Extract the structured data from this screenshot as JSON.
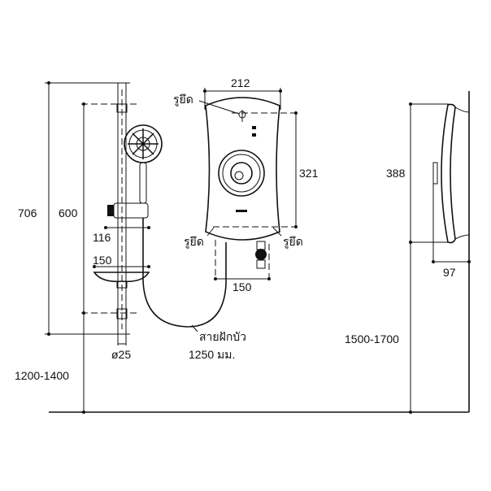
{
  "labels": {
    "total_height": "706",
    "rail_span": "600",
    "holder_width": "116",
    "dish_width": "150",
    "rail_diameter": "ø25",
    "rail_floor_height": "1200-1400",
    "heater_width": "212",
    "heater_mount_spacing": "321",
    "fix_hole_top": "รูยึด",
    "fix_hole_bottom_left": "รูยึด",
    "fix_hole_bottom_right": "รูยึด",
    "pipe_spacing": "150",
    "hose_label": "สายฝักบัว",
    "hose_length": "1250 มม.",
    "heater_height": "388",
    "heater_floor_height": "1500-1700",
    "heater_depth": "97"
  }
}
